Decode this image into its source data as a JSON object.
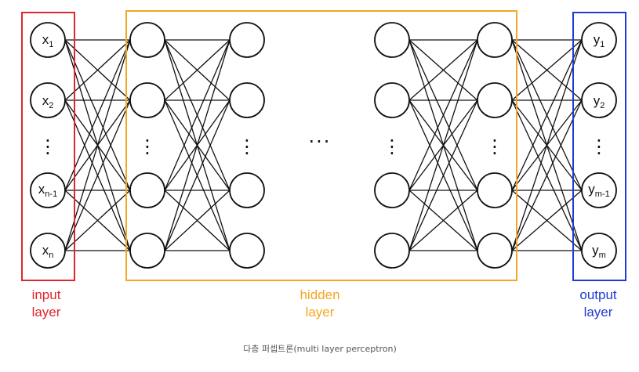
{
  "colors": {
    "input": "#e0262a",
    "hidden": "#f5a623",
    "output": "#1f3bd1",
    "caption": "#555555"
  },
  "labels": {
    "input_line1": "input",
    "input_line2": "layer",
    "hidden_line1": "hidden",
    "hidden_line2": "layer",
    "output_line1": "output",
    "output_line2": "layer",
    "caption": "다층 퍼셉트론(multi layer perceptron)"
  },
  "inputs": [
    {
      "base": "x",
      "sub": "1"
    },
    {
      "base": "x",
      "sub": "2"
    },
    {
      "base": "x",
      "sub": "n-1"
    },
    {
      "base": "x",
      "sub": "n"
    }
  ],
  "outputs": [
    {
      "base": "y",
      "sub": "1"
    },
    {
      "base": "y",
      "sub": "2"
    },
    {
      "base": "y",
      "sub": "m-1"
    },
    {
      "base": "y",
      "sub": "m"
    }
  ],
  "ellipsis": {
    "vertical": "⋮",
    "horizontal": "···"
  }
}
